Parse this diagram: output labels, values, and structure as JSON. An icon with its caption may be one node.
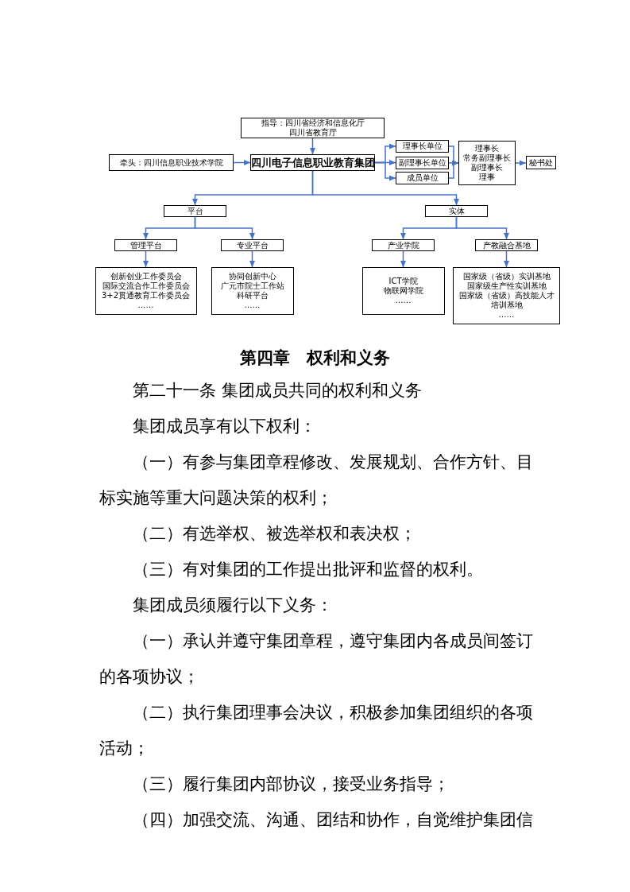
{
  "diagram": {
    "nodes": [
      {
        "text": [
          "指导：四川省经济和信息化厅",
          "四川省教育厅"
        ]
      },
      {
        "text": [
          "牵头：四川信息职业技术学院"
        ]
      },
      {
        "text": [
          "四川电子信息职业教育集团"
        ]
      },
      {
        "text": [
          "理事长单位"
        ]
      },
      {
        "text": [
          "副理事长单位"
        ]
      },
      {
        "text": [
          "成员单位"
        ]
      },
      {
        "text": [
          "理事长",
          "常务副理事长",
          "副理事长",
          "理事"
        ]
      },
      {
        "text": [
          "秘书处"
        ]
      },
      {
        "text": [
          "平台"
        ]
      },
      {
        "text": [
          "实体"
        ]
      },
      {
        "text": [
          "管理平台"
        ]
      },
      {
        "text": [
          "专业平台"
        ]
      },
      {
        "text": [
          "产业学院"
        ]
      },
      {
        "text": [
          "产教融合基地"
        ]
      },
      {
        "text": [
          "创新创业工作委员会",
          "国际交流合作工作委员会",
          "3+2贯通教育工作委员会",
          "……"
        ]
      },
      {
        "text": [
          "协同创新中心",
          "广元市院士工作站",
          "科研平台",
          "……"
        ]
      },
      {
        "text": [
          "ICT学院",
          "物联网学院",
          "……"
        ]
      },
      {
        "text": [
          "国家级（省级）实训基地",
          "国家级生产性实训基地",
          "国家级（省级）高技能人才培训基地",
          "……"
        ]
      }
    ],
    "edges": [
      {
        "from": 0,
        "to": 2,
        "arrow": "to"
      },
      {
        "from": 1,
        "to": 2,
        "arrow": "to"
      },
      {
        "from": 2,
        "to": 3,
        "arrow": "to"
      },
      {
        "from": 2,
        "to": 4,
        "arrow": "to"
      },
      {
        "from": 2,
        "to": 5,
        "arrow": "to"
      },
      {
        "from": 3,
        "to": 6,
        "arrow": "to"
      },
      {
        "from": 4,
        "to": 6,
        "arrow": "to"
      },
      {
        "from": 5,
        "to": 6,
        "arrow": "to"
      },
      {
        "from": 6,
        "to": 7,
        "arrow": "to"
      },
      {
        "from": 2,
        "to": 8,
        "arrow": "to"
      },
      {
        "from": 2,
        "to": 9,
        "arrow": "to"
      },
      {
        "from": 8,
        "to": 10,
        "arrow": "to"
      },
      {
        "from": 8,
        "to": 11,
        "arrow": "to"
      },
      {
        "from": 9,
        "to": 12,
        "arrow": "to"
      },
      {
        "from": 9,
        "to": 13,
        "arrow": "to"
      },
      {
        "from": 10,
        "to": 14,
        "arrow": "to"
      },
      {
        "from": 11,
        "to": 15,
        "arrow": "to"
      },
      {
        "from": 12,
        "to": 16,
        "arrow": "to"
      },
      {
        "from": 13,
        "to": 17,
        "arrow": "to"
      }
    ],
    "labels": [
      "第四章　权利和义务",
      "第二十一条 集团成员共同的权利和义务",
      "集团成员享有以下权利：",
      "（一）有参与集团章程修改、发展规划、合作方针、目标实施等重大问题决策的权利；",
      "（二）有选举权、被选举权和表决权；",
      "（三）有对集团的工作提出批评和监督的权利。",
      "集团成员须履行以下义务：",
      "（一）承认并遵守集团章程，遵守集团内各成员间签订的各项协议；",
      "（二）执行集团理事会决议，积极参加集团组织的各项活动；",
      "（三）履行集团内部协议，接受业务指导；",
      "（四）加强交流、沟通、团结和协作，自觉维护集团信"
    ]
  }
}
